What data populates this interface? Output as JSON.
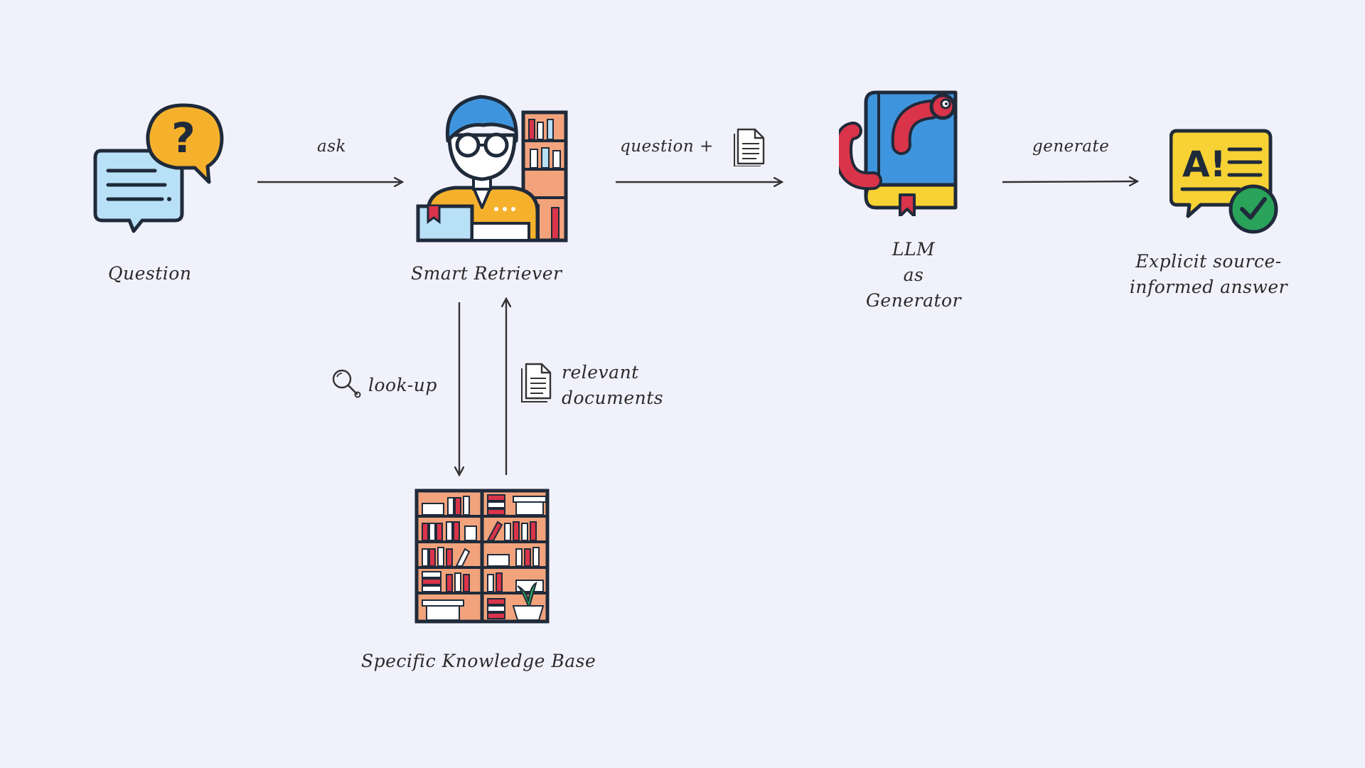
{
  "nodes": {
    "question": {
      "label": "Question",
      "icon": "question-chat-icon"
    },
    "retriever": {
      "label": "Smart Retriever",
      "icon": "retriever-person-icon"
    },
    "llm": {
      "label_lines": [
        "LLM",
        "as",
        "Generator"
      ],
      "icon": "llm-book-icon"
    },
    "answer": {
      "label_lines": [
        "Explicit source-",
        "informed answer"
      ],
      "icon": "ai-answer-check-icon"
    },
    "kb": {
      "label": "Specific Knowledge Base",
      "icon": "bookshelf-icon"
    }
  },
  "edges": {
    "ask": {
      "label": "ask"
    },
    "question_plus": {
      "label": "question +",
      "icon": "document-icon"
    },
    "generate": {
      "label": "generate"
    },
    "lookup": {
      "label": "look-up",
      "icon": "magnifier-icon"
    },
    "relevant": {
      "label_lines": [
        "relevant",
        "documents"
      ],
      "icon": "document-icon"
    }
  },
  "colors": {
    "background": "#f1f1fc",
    "orange": "#f6b12c",
    "light_blue": "#b8e0f6",
    "blue": "#3f95dd",
    "red": "#d9344a",
    "shelf": "#f2a37c",
    "green": "#2aa35a",
    "yellow": "#f7d234"
  }
}
